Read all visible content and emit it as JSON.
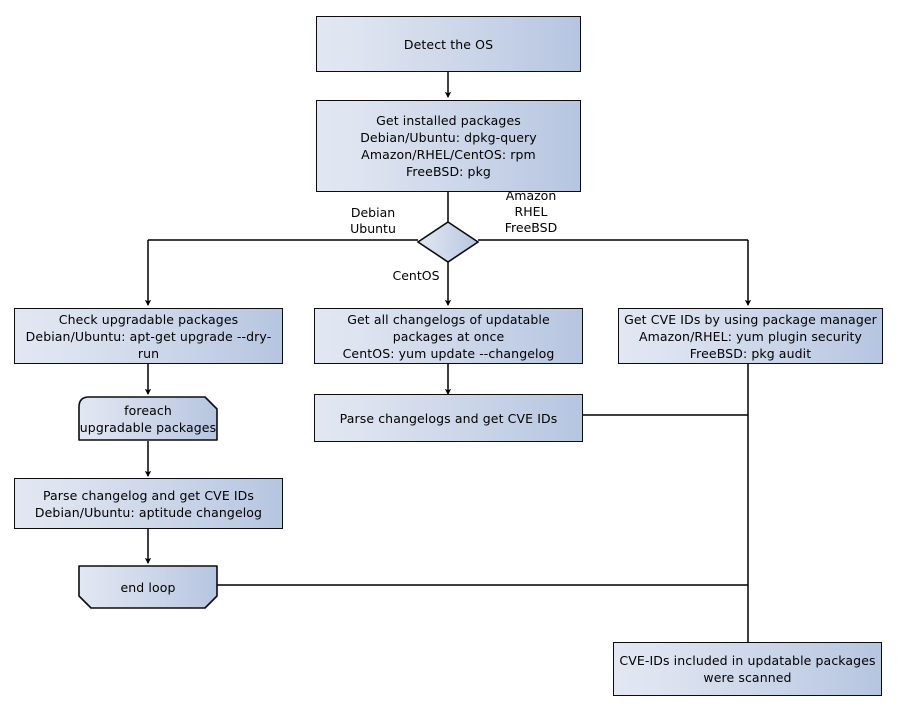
{
  "diagram": {
    "title": "OS package CVE scanning flow",
    "colors": {
      "node_fill_light": "#e2e7f2",
      "node_fill_dark": "#b6c5e0",
      "node_stroke": "#0d0d0d",
      "connector": "#000000",
      "background": "#ffffff"
    }
  },
  "nodes": {
    "detect_os": {
      "label": "Detect the OS"
    },
    "get_installed_packages": {
      "label": "Get installed packages\nDebian/Ubuntu: dpkg-query\nAmazon/RHEL/CentOS: rpm\nFreeBSD: pkg"
    },
    "os_decision": {
      "label": ""
    },
    "check_upgradable": {
      "label": "Check upgradable packages\nDebian/Ubuntu: apt-get upgrade --dry-run"
    },
    "get_all_changelogs": {
      "label": "Get all changelogs of updatable packages at once\nCentOS: yum update --changelog"
    },
    "get_cve_ids_pkg_manager": {
      "label": "Get CVE IDs by using package manager\nAmazon/RHEL: yum plugin security\nFreeBSD: pkg audit"
    },
    "foreach_loop_start": {
      "label": "foreach\nupgradable  packages"
    },
    "parse_changelogs_centos": {
      "label": "Parse changelogs and get CVE IDs"
    },
    "parse_changelog_debian": {
      "label": "Parse changelog and get  CVE IDs\nDebian/Ubuntu: aptitude changelog"
    },
    "end_loop": {
      "label": "end loop"
    },
    "scanned_result": {
      "label": "CVE-IDs included in updatable packages\nwere scanned"
    }
  },
  "edge_labels": {
    "branch_left": "Debian\nUbuntu",
    "branch_down": "CentOS",
    "branch_right": "Amazon\nRHEL\nFreeBSD"
  }
}
